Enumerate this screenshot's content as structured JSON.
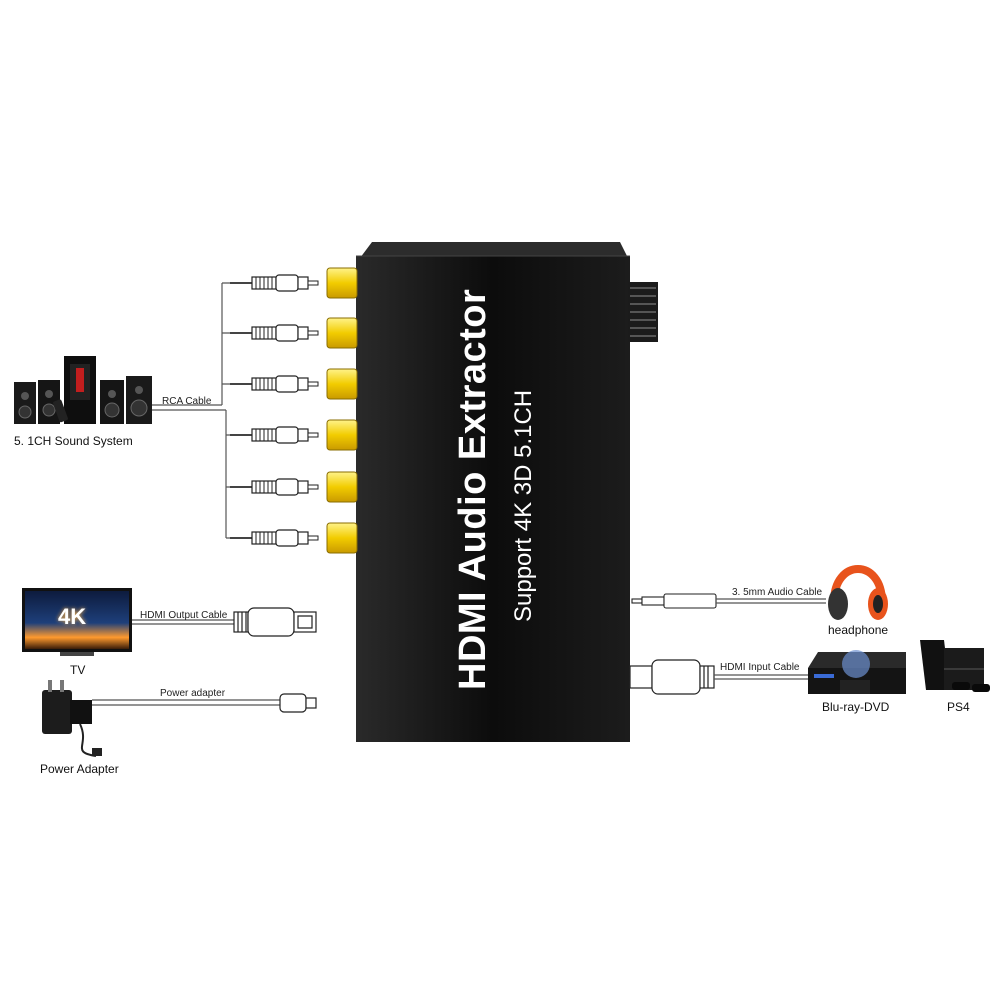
{
  "device": {
    "title": "HDMI Audio Extractor",
    "subtitle": "Support 4K 3D 5.1CH"
  },
  "left": {
    "sound_system_label": "5. 1CH  Sound System",
    "rca_cable_label": "RCA Cable",
    "tv_label": "TV",
    "tv_badge": "4K",
    "hdmi_output_label": "HDMI Output  Cable",
    "power_adapter_cable_label": "Power adapter",
    "power_adapter_label": "Power Adapter"
  },
  "right": {
    "audio_cable_label": "3. 5mm Audio Cable",
    "headphone_label": "headphone",
    "hdmi_input_label": "HDMI Input  Cable",
    "bluray_label": "Blu-ray-DVD",
    "ps4_label": "PS4"
  },
  "colors": {
    "device_body": "#121212",
    "rca_jack": "#f2cc00",
    "headphone": "#e8531c",
    "cable": "#444444"
  },
  "icons": [
    "speaker-icon",
    "tv-icon",
    "power-adapter-icon",
    "headphone-icon",
    "bluray-player-icon",
    "ps4-console-icon",
    "hdmi-plug-icon",
    "rca-plug-icon",
    "audio-jack-icon",
    "volume-knob-icon"
  ]
}
